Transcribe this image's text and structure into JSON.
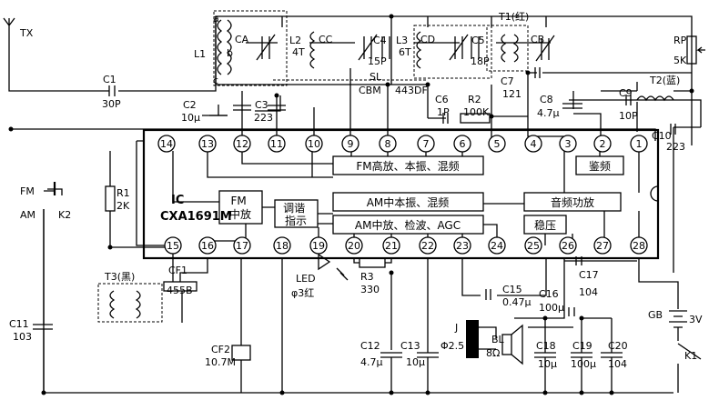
{
  "ic": {
    "ref": "IC",
    "model": "CXA1691M"
  },
  "pins": [
    "1",
    "2",
    "3",
    "4",
    "5",
    "6",
    "7",
    "8",
    "9",
    "10",
    "11",
    "12",
    "13",
    "14",
    "15",
    "16",
    "17",
    "18",
    "19",
    "20",
    "21",
    "22",
    "23",
    "24",
    "25",
    "26",
    "27",
    "28"
  ],
  "blocks": {
    "fm_rf": "FM高放、本振、混频",
    "am_osc": "AM中本振、混频",
    "am_if": "AM中放、检波、AGC",
    "fm_if": "FM\n中放",
    "tuning": "调谐\n指示",
    "detect": "鉴频",
    "audio": "音频功放",
    "reg": "稳压"
  },
  "components": {
    "tx": "TX",
    "l1": "L1",
    "l2": [
      "L2",
      "4T"
    ],
    "l3": [
      "L3",
      "6T"
    ],
    "ca": "CA",
    "cb": "CB",
    "cc": "CC",
    "cd": "CD",
    "c4": [
      "C4",
      "15P"
    ],
    "c5": [
      "C5",
      "18P"
    ],
    "sl": "SL",
    "cbm": "CBM",
    "cbm_val": "443DF",
    "t1": "T1(红)",
    "t2": "T2(蓝)",
    "rp": [
      "RP",
      "5K"
    ],
    "c1": [
      "C1",
      "30P"
    ],
    "c2": [
      "C2",
      "10μ"
    ],
    "c3": [
      "C3",
      "223"
    ],
    "c6": [
      "C6",
      "1P"
    ],
    "r2": [
      "R2",
      "100K"
    ],
    "c7": [
      "C7",
      "121"
    ],
    "c8": [
      "C8",
      "4.7μ"
    ],
    "c9": [
      "C9",
      "10P"
    ],
    "c10": [
      "C10",
      "223"
    ],
    "r1": [
      "R1",
      "2K"
    ],
    "fm": "FM",
    "am": "AM",
    "k2": "K2",
    "t3": "T3(黑)",
    "cf1": [
      "CF1",
      "455B"
    ],
    "cf2": [
      "CF2",
      "10.7M"
    ],
    "c11": [
      "C11",
      "103"
    ],
    "led": [
      "LED",
      "φ3红"
    ],
    "r3": [
      "R3",
      "330"
    ],
    "c12": [
      "C12",
      "4.7μ"
    ],
    "c13": [
      "C13",
      "10μ"
    ],
    "c15": [
      "C15",
      "0.47μ"
    ],
    "c16": [
      "C16",
      "100μ"
    ],
    "c17": [
      "C17",
      "104"
    ],
    "c18": [
      "C18",
      "10μ"
    ],
    "c19": [
      "C19",
      "100μ"
    ],
    "c20": [
      "C20",
      "104"
    ],
    "j": [
      "J",
      "Φ2.5"
    ],
    "bl": [
      "BL",
      "8Ω"
    ],
    "gb": [
      "GB",
      "3V"
    ],
    "k1": "K1",
    "a": "a",
    "b": "b",
    "c": "c"
  }
}
